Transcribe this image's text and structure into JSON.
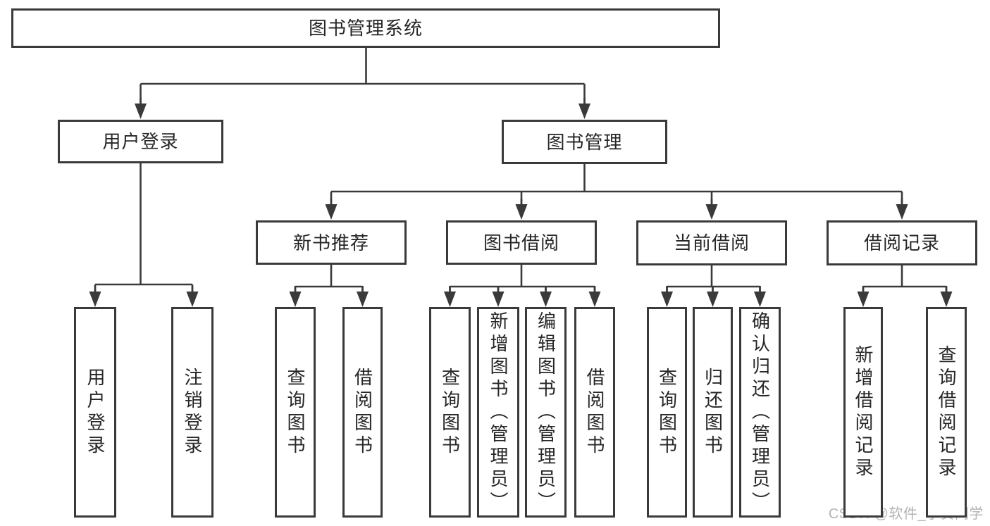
{
  "colors": {
    "line": "#3a3a3a",
    "text": "#262626",
    "box_background": "#ffffff",
    "page_background": "#ffffff",
    "watermark_color": "#b4b4b8"
  },
  "tree": {
    "label": "图书管理系统",
    "children": [
      {
        "label": "用户登录",
        "children": [
          {
            "label": "用户登录"
          },
          {
            "label": "注销登录"
          }
        ]
      },
      {
        "label": "图书管理",
        "children": [
          {
            "label": "新书推荐",
            "children": [
              {
                "label": "查询图书"
              },
              {
                "label": "借阅图书"
              }
            ]
          },
          {
            "label": "图书借阅",
            "children": [
              {
                "label": "查询图书"
              },
              {
                "label": "新增图书（管理员）"
              },
              {
                "label": "编辑图书（管理员）"
              },
              {
                "label": "借阅图书"
              }
            ]
          },
          {
            "label": "当前借阅",
            "children": [
              {
                "label": "查询图书"
              },
              {
                "label": "归还图书"
              },
              {
                "label": "确认归还（管理员）"
              }
            ]
          },
          {
            "label": "借阅记录",
            "children": [
              {
                "label": "新增借阅记录"
              },
              {
                "label": "查询借阅记录"
              }
            ]
          }
        ]
      }
    ]
  },
  "watermark": "CSDN @软件_小贺同学"
}
